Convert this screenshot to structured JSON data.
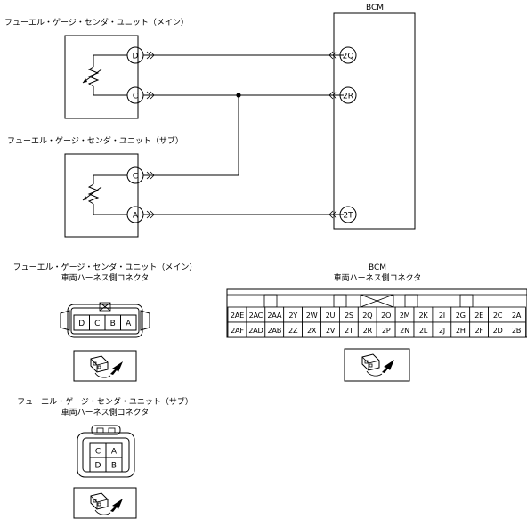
{
  "titles": {
    "main_unit": "フューエル・ゲージ・センダ・ユニット（メイン）",
    "sub_unit": "フューエル・ゲージ・センダ・ユニット（サブ）",
    "bcm": "BCM"
  },
  "unit_pins": {
    "main_top": "D",
    "main_bottom": "C",
    "sub_top": "C",
    "sub_bottom": "A"
  },
  "bcm_pins": [
    "2Q",
    "2R",
    "2T"
  ],
  "connector_views": {
    "main": {
      "title": "フューエル・ゲージ・センダ・ユニット（メイン）",
      "subtitle": "車両ハーネス側コネクタ",
      "pins": [
        "D",
        "C",
        "B",
        "A"
      ]
    },
    "sub": {
      "title": "フューエル・ゲージ・センダ・ユニット（サブ）",
      "subtitle": "車両ハーネス側コネクタ",
      "pins_top": [
        "C",
        "A"
      ],
      "pins_bottom": [
        "D",
        "B"
      ]
    },
    "bcm": {
      "title": "BCM",
      "subtitle": "車両ハーネス側コネクタ",
      "row1": [
        "2AE",
        "2AC",
        "2AA",
        "2Y",
        "2W",
        "2U",
        "2S",
        "2Q",
        "2O",
        "2M",
        "2K",
        "2I",
        "2G",
        "2E",
        "2C",
        "2A"
      ],
      "row2": [
        "2AF",
        "2AD",
        "2AB",
        "2Z",
        "2X",
        "2V",
        "2T",
        "2R",
        "2P",
        "2N",
        "2L",
        "2J",
        "2H",
        "2F",
        "2D",
        "2B"
      ]
    }
  }
}
